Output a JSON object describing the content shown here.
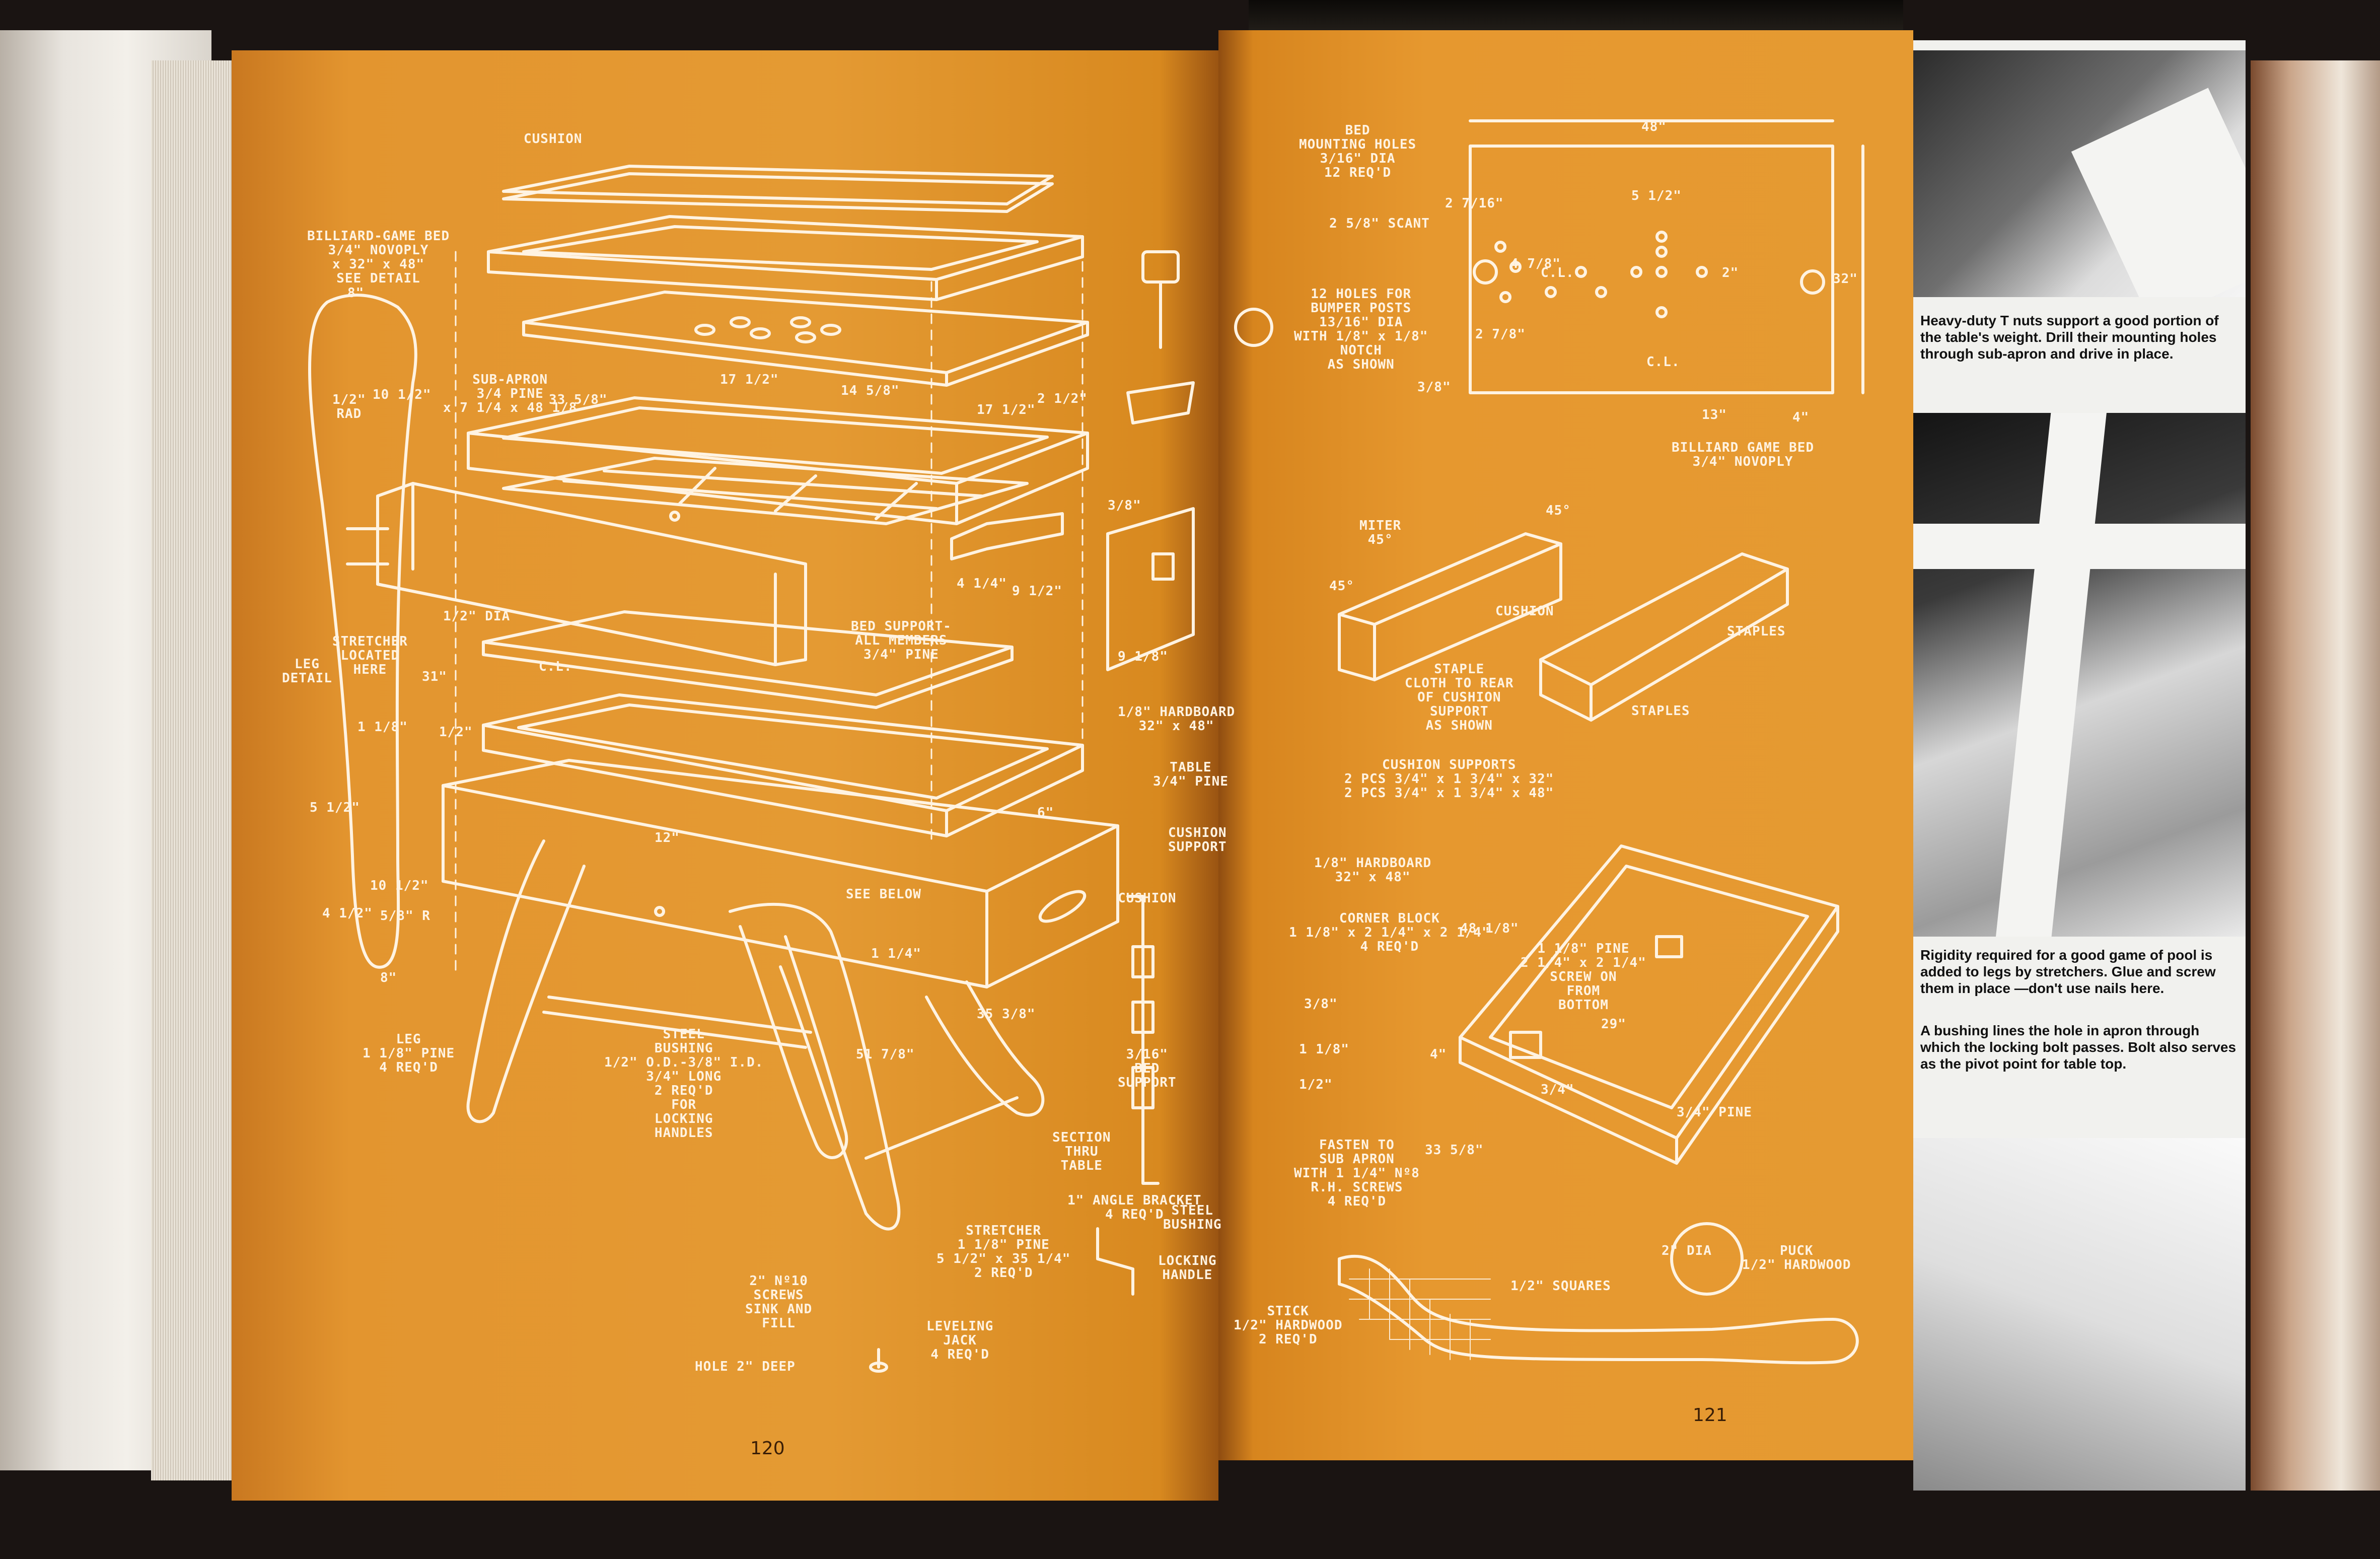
{
  "pages": {
    "left_number": "120",
    "right_number": "121"
  },
  "left_labels": {
    "cushion": "CUSHION",
    "billiard_game_bed": "BILLIARD-GAME BED\n3/4\" NOVOPLY\nx 32\" x 48\"\nSEE DETAIL",
    "leg_width": "8\"",
    "radius": "1/2\"\nRAD",
    "dim_10_half": "10 1/2\"",
    "sub_apron": "SUB-APRON\n3/4 PINE\nx 7 1/4 x 48 1/8",
    "dim_33_5_8": "33 5/8\"",
    "dim_17_half_a": "17 1/2\"",
    "dim_14_5_8": "14 5/8\"",
    "dim_17_half_b": "17 1/2\"",
    "dim_2_half": "2 1/2\"",
    "dim_3_8": "3/8\"",
    "dim_half_dia": "1/2\" DIA",
    "stretcher_located": "STRETCHER\nLOCATED\nHERE",
    "leg_detail": "LEG\nDETAIL",
    "dim_31": "31\"",
    "cl": "C.L.",
    "bed_support": "BED SUPPORT-\nALL MEMBERS\n3/4\" PINE",
    "dim_4_quarter": "4 1/4\"",
    "dim_9_half": "9 1/2\"",
    "dim_9_8": "9 1/8\"",
    "hardboard": "1/8\" HARDBOARD\n32\" x 48\"",
    "table": "TABLE\n3/4\" PINE",
    "dim_1_2": "1/2\"",
    "dim_1_8": "1 1/8\"",
    "dim_5_half": "5 1/2\"",
    "dim_12": "12\"",
    "dim_6": "6\"",
    "see_below": "SEE BELOW",
    "dim_10_half_b": "10 1/2\"",
    "dim_4_half": "4 1/2\"",
    "dim_5_8_r": "5/8\" R",
    "dim_8": "8\"",
    "leg_pine": "LEG\n1 1/8\" PINE\n4 REQ'D",
    "steel_bushing": "STEEL\nBUSHING\n1/2\" O.D.-3/8\" I.D.\n3/4\" LONG\n2 REQ'D\nFOR\nLOCKING\nHANDLES",
    "dim_1_quarter": "1 1/4\"",
    "dim_35_3_8": "35 3/8\"",
    "dim_51_7_8": "51 7/8\"",
    "cushion_2": "CUSHION",
    "cushion_support": "CUSHION\nSUPPORT",
    "bed_support_2": "3/16\"\nBED\nSUPPORT",
    "section_thru": "SECTION\nTHRU\nTABLE",
    "angle_bracket": "1\" ANGLE BRACKET\n4 REQ'D",
    "stretcher": "STRETCHER\n1 1/8\" PINE\n5 1/2\" x 35 1/4\"\n2 REQ'D",
    "screws": "2\" Nº10\nSCREWS\nSINK AND\nFILL",
    "leveling_jack": "LEVELING\nJACK\n4 REQ'D",
    "hole": "HOLE 2\" DEEP",
    "steel_bushing_2": "STEEL\nBUSHING",
    "locking_handle": "LOCKING\nHANDLE"
  },
  "right_labels": {
    "bed_mounting_holes": "BED\nMOUNTING HOLES\n3/16\" DIA\n12 REQ'D",
    "dim_48": "48\"",
    "dim_2_7_16": "2 7/16\"",
    "dim_5_half": "5 1/2\"",
    "dim_2_5_8_scant": "2 5/8\" SCANT",
    "dim_4_7_8": "4 7/8\"",
    "cl_a": "C.L.",
    "dim_2": "2\"",
    "dim_32": "32\"",
    "twelve_holes": "12 HOLES FOR\nBUMPER POSTS\n13/16\" DIA\nWITH 1/8\" x 1/8\"\nNOTCH\nAS SHOWN",
    "dim_2_7_8": "2 7/8\"",
    "cl_b": "C.L.",
    "dim_3_8": "3/8\"",
    "dim_13": "13\"",
    "dim_4": "4\"",
    "billiard_game_bed": "BILLIARD GAME BED\n3/4\" NOVOPLY",
    "miter": "MITER\n45°",
    "deg_45_a": "45°",
    "deg_45_b": "45°",
    "cushion": "CUSHION",
    "staples_a": "STAPLES",
    "staple_cloth": "STAPLE\nCLOTH TO REAR\nOF CUSHION\nSUPPORT\nAS SHOWN",
    "staples_b": "STAPLES",
    "cushion_supports": "CUSHION SUPPORTS\n2 PCS   3/4\" x 1 3/4\" x 32\"\n2 PCS   3/4\" x 1 3/4\" x 48\"",
    "hardboard": "1/8\" HARDBOARD\n32\" x 48\"",
    "corner_block": "CORNER BLOCK\n1 1/8\" x 2 1/4\" x 2 1/4\"\n4 REQ'D",
    "dim_48_1_8": "48 1/8\"",
    "pine_block": "1 1/8\" PINE\n2 1/4\" x 2 1/4\"\nSCREW ON\nFROM\nBOTTOM",
    "dim_3_8_b": "3/8\"",
    "dim_1_8": "1 1/8\"",
    "dim_1_2": "1/2\"",
    "dim_4_b": "4\"",
    "dim_29": "29\"",
    "dim_3_4": "3/4\"",
    "pine_3_4": "3/4\" PINE",
    "fasten": "FASTEN TO\nSUB APRON\nWITH 1 1/4\" Nº8\nR.H. SCREWS\n4 REQ'D",
    "dim_33_5_8": "33 5/8\"",
    "puck_dia": "2\" DIA",
    "puck": "PUCK\n1/2\" HARDWOOD",
    "squares": "1/2\" SQUARES",
    "stick": "STICK\n1/2\" HARDWOOD\n2 REQ'D"
  },
  "captions": {
    "photo_1": "Heavy-duty T nuts support a good portion of the table's weight. Drill their mounting holes through sub-apron and drive in place.",
    "photo_2": "Rigidity required for a good game of pool is added to legs by stretchers. Glue and screw them in place —don't use nails here.",
    "photo_3": "A bushing lines the hole in apron through which the locking bolt passes. Bolt also serves as the pivot point for table top."
  },
  "colors": {
    "page_orange": "#e3952f",
    "line_white": "#fff3e2",
    "caption_text": "#111111"
  }
}
